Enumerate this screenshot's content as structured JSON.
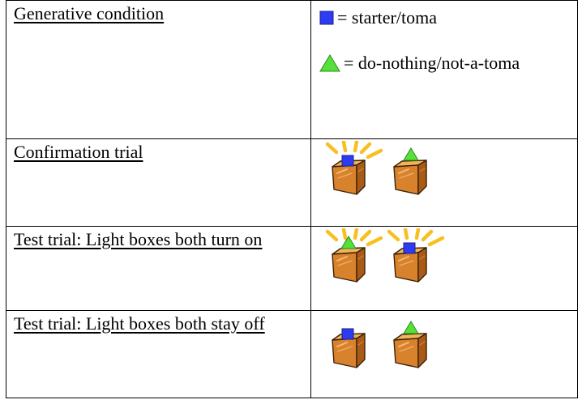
{
  "rows": [
    {
      "label": "Generative condition"
    },
    {
      "label": "Confirmation trial"
    },
    {
      "label": "Test trial: Light boxes both turn on"
    },
    {
      "label": "Test trial: Light boxes both stay off"
    }
  ],
  "legend": {
    "square_text": "= starter/toma",
    "triangle_text": "= do-nothing/not-a-toma"
  },
  "colors": {
    "square": "#2d3cf2",
    "triangle": "#55e03a",
    "box_front": "#d9822e",
    "box_side": "#a85a16",
    "box_top": "#f2b35a",
    "rays": "#f7c020"
  },
  "icons": {
    "square": "blue-square-icon",
    "triangle": "green-triangle-icon",
    "box": "light-box-icon",
    "rays": "light-rays-icon"
  }
}
